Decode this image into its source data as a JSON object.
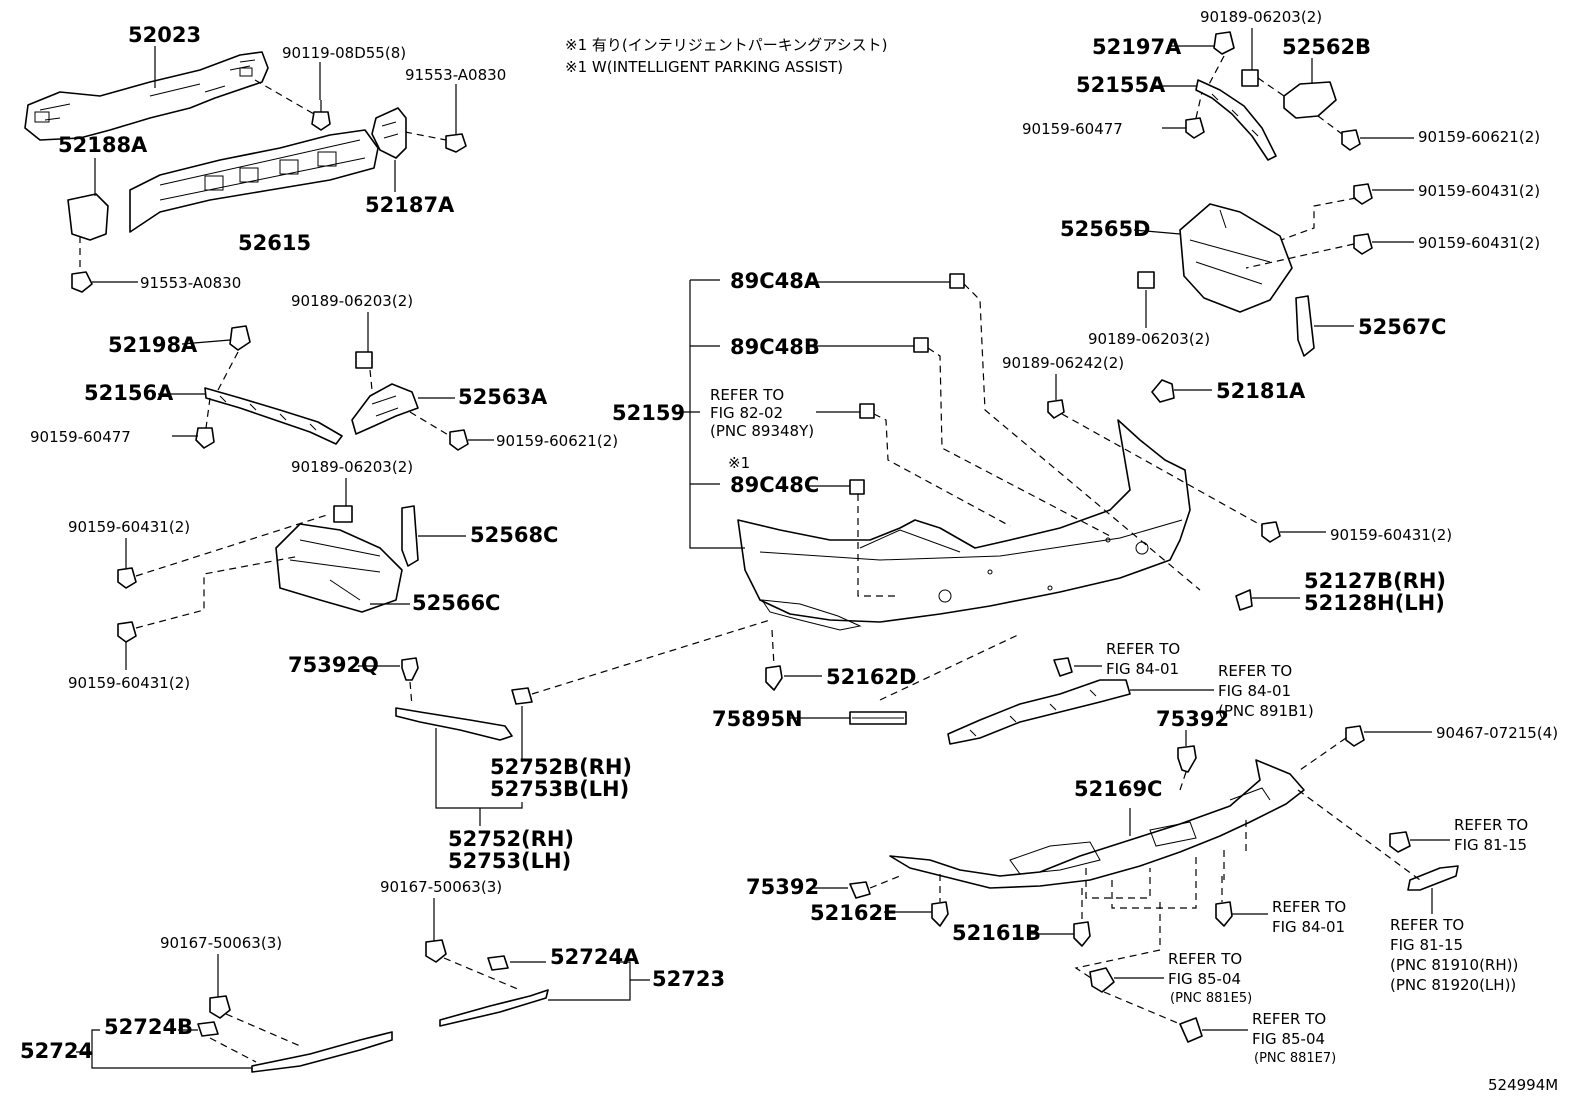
{
  "notes": {
    "line1": "※1 有り(インテリジェントパーキングアシスト)",
    "line2": "※1 W(INTELLIGENT PARKING ASSIST)"
  },
  "labels": {
    "l52023": "52023",
    "l90119": "90119-08D55(8)",
    "l91553a": "91553-A0830",
    "l52188A": "52188A",
    "l52187A": "52187A",
    "l52615": "52615",
    "l91553b": "91553-A0830",
    "l90189_a": "90189-06203(2)",
    "l52198A": "52198A",
    "l52156A": "52156A",
    "l52563A": "52563A",
    "l90159_60477_a": "90159-60477",
    "l90159_60621_a": "90159-60621(2)",
    "l90189_b": "90189-06203(2)",
    "l90159_60431_a": "90159-60431(2)",
    "l52568C": "52568C",
    "l52566C": "52566C",
    "l90159_60431_b": "90159-60431(2)",
    "l75392Q": "75392Q",
    "l52752B": "52752B(RH)",
    "l52753B": "52753B(LH)",
    "l52752": "52752(RH)",
    "l52753": "52753(LH)",
    "l90167_a": "90167-50063(3)",
    "l90167_b": "90167-50063(3)",
    "l52724A": "52724A",
    "l52723": "52723",
    "l52724B": "52724B",
    "l52724": "52724",
    "l52159": "52159",
    "l89C48A": "89C48A",
    "l89C48B": "89C48B",
    "refer82_1": "REFER TO",
    "refer82_2": "FIG 82-02",
    "refer82_3": "(PNC 89348Y)",
    "mark1": "※1",
    "l89C48C": "89C48C",
    "l52162D": "52162D",
    "l75895N": "75895N",
    "l90189_c": "90189-06203(2)",
    "l52197A": "52197A",
    "l52562B": "52562B",
    "l52155A": "52155A",
    "l90159_60477_b": "90159-60477",
    "l90159_60621_b": "90159-60621(2)",
    "l90159_60431_c": "90159-60431(2)",
    "l52565D": "52565D",
    "l90159_60431_d": "90159-60431(2)",
    "l90189_d": "90189-06203(2)",
    "l52567C": "52567C",
    "l90189_06242": "90189-06242(2)",
    "l52181A": "52181A",
    "l90159_60431_e": "90159-60431(2)",
    "l52127B": "52127B(RH)",
    "l52128H": "52128H(LH)",
    "refer84a_1": "REFER TO",
    "refer84a_2": "FIG 84-01",
    "refer84b_1": "REFER TO",
    "refer84b_2": "FIG 84-01",
    "refer84b_3": "(PNC 891B1)",
    "l75392_a": "75392",
    "l90467": "90467-07215(4)",
    "l52169C": "52169C",
    "refer8115a_1": "REFER TO",
    "refer8115a_2": "FIG 81-15",
    "l75392_b": "75392",
    "l52162E": "52162E",
    "l52161B": "52161B",
    "refer84c_1": "REFER TO",
    "refer84c_2": "FIG 84-01",
    "refer8115b_1": "REFER TO",
    "refer8115b_2": "FIG 81-15",
    "refer8115b_3": "(PNC 81910(RH))",
    "refer8115b_4": "(PNC 81920(LH))",
    "refer8504a_1": "REFER TO",
    "refer8504a_2": "FIG 85-04",
    "refer8504a_3": "(PNC 881E5)",
    "refer8504b_1": "REFER TO",
    "refer8504b_2": "FIG 85-04",
    "refer8504b_3": "(PNC 881E7)",
    "figure_id": "524994M"
  }
}
